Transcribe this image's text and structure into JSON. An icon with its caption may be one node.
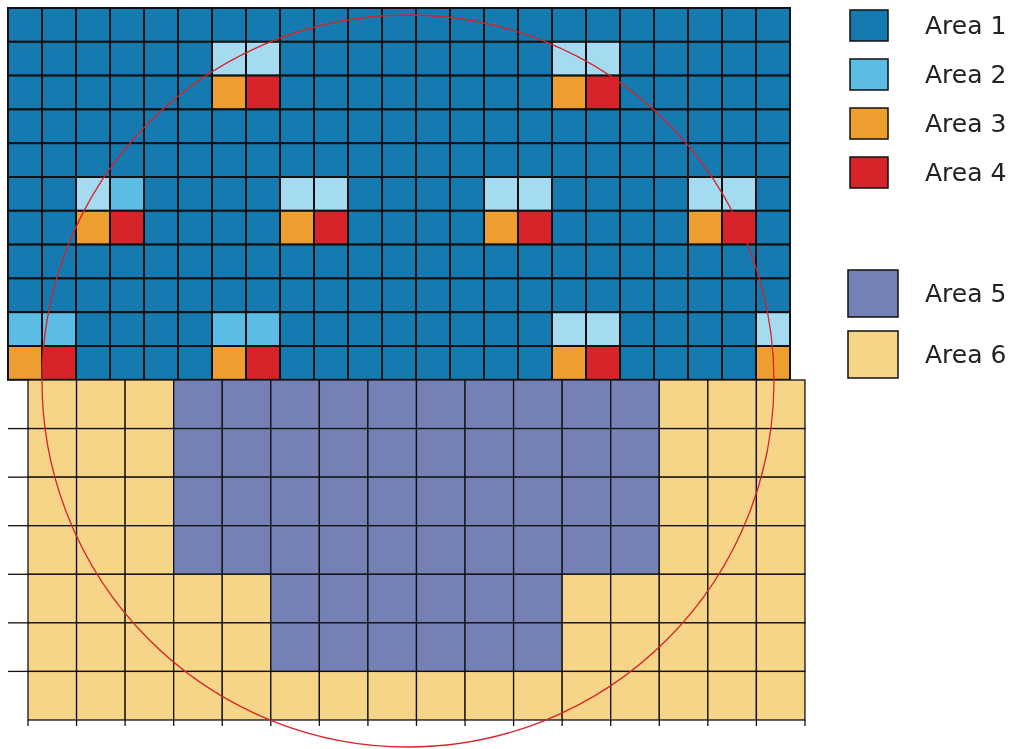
{
  "diagram": {
    "legend": [
      {
        "text": "Area 1",
        "color": "#157ab0"
      },
      {
        "text": "Area 2",
        "color": "#5bbde6"
      },
      {
        "text": "Area 3",
        "color": "#ec9f2e"
      },
      {
        "text": "Area 4",
        "color": "#d7232a"
      },
      {
        "text": "Area 5",
        "color": "#7580b5"
      },
      {
        "text": "Area 6",
        "color": "#f6d588"
      }
    ]
  }
}
